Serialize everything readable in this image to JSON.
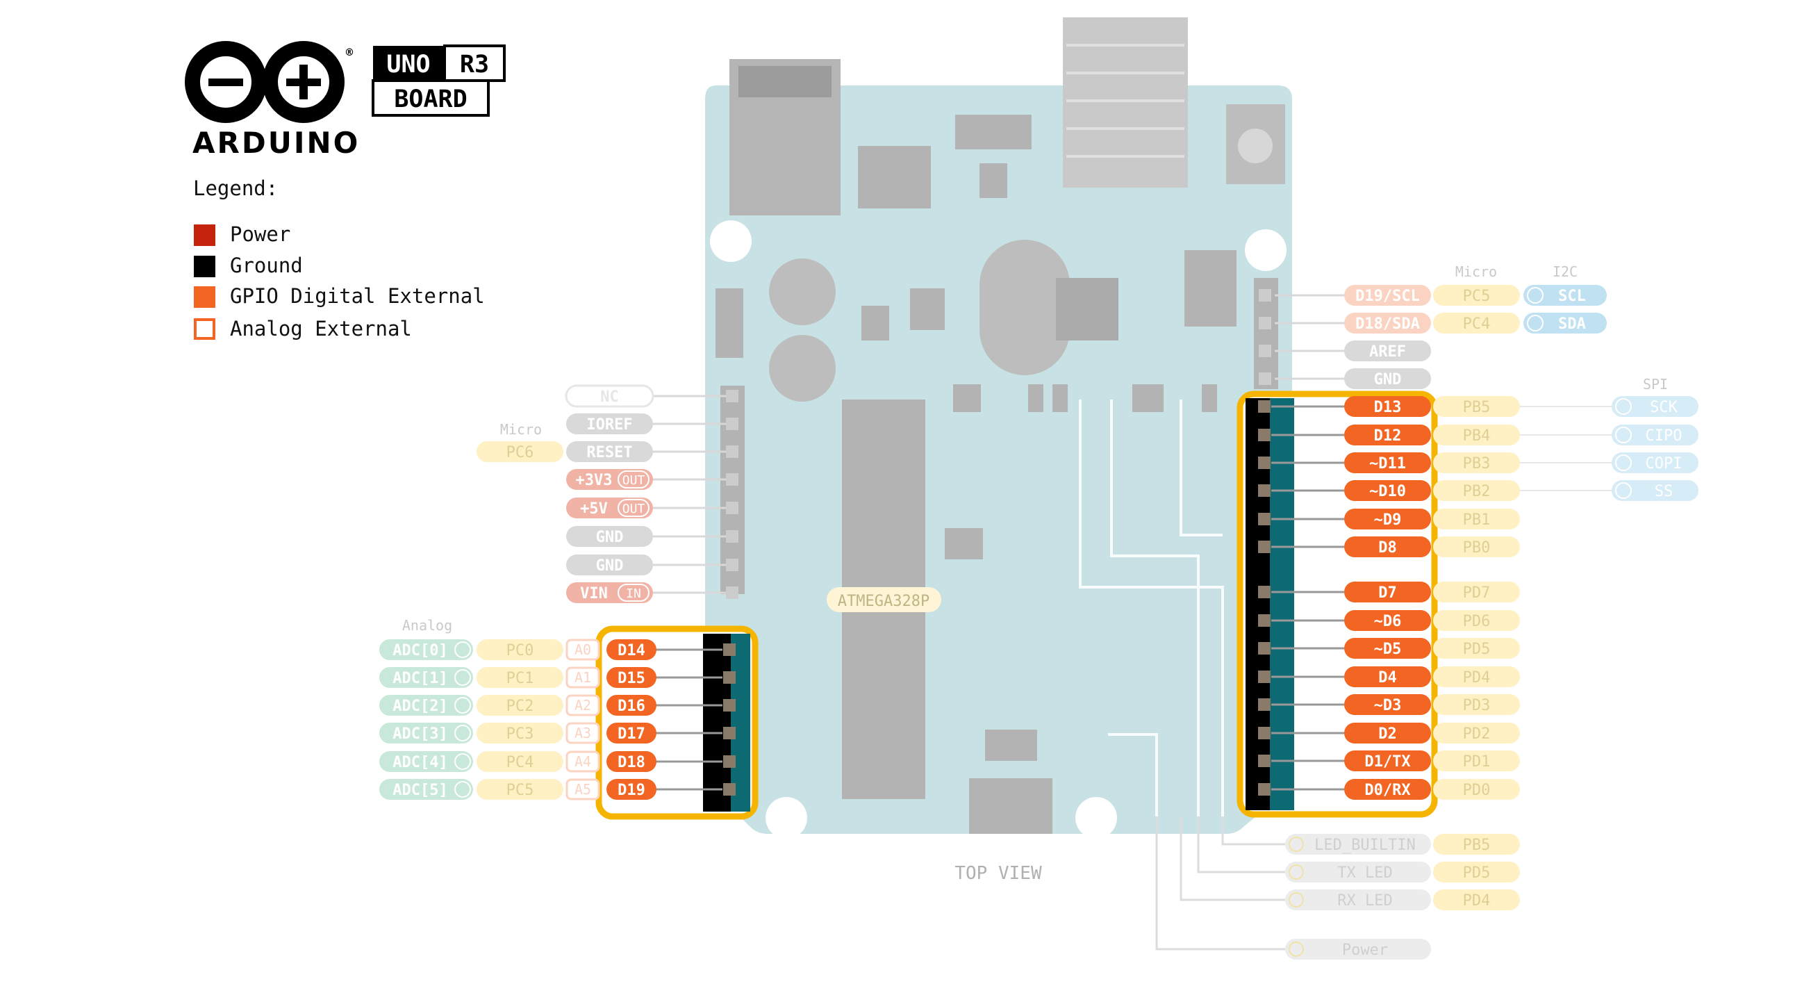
{
  "brand": {
    "name": "ARDUINO",
    "registered": "®",
    "model_a": "UNO",
    "model_b": "R3",
    "model_c": "BOARD"
  },
  "legend": {
    "title": "Legend:",
    "items": [
      {
        "label": "Power",
        "color": "#c4240c",
        "filled": true
      },
      {
        "label": "Ground",
        "color": "#000000",
        "filled": true
      },
      {
        "label": "GPIO Digital External",
        "color": "#f26522",
        "filled": true
      },
      {
        "label": "Analog External",
        "color": "#f26522",
        "filled": false
      }
    ]
  },
  "colors": {
    "board": "#c8e1e4",
    "board_part": "#b9b9b9",
    "header_teal": "#0d6a72",
    "highlight": "#f5b400",
    "gpio": "#f26522",
    "power": "#c4240c",
    "gray_pill": "#bdbdbd",
    "micro_pill": "#fff1c4",
    "analog_pill": "#c8e9d9",
    "i2c_pill": "#bfe1f2"
  },
  "board": {
    "chip_label": "ATMEGA328P",
    "view_label": "TOP VIEW"
  },
  "right_header": {
    "micro_title": "Micro",
    "i2c_title": "I2C",
    "spi_title": "SPI",
    "top_pins": [
      {
        "label": "D19/SCL",
        "micro": "PC5",
        "extra": "SCL",
        "kind": "faded"
      },
      {
        "label": "D18/SDA",
        "micro": "PC4",
        "extra": "SDA",
        "kind": "faded"
      },
      {
        "label": "AREF",
        "kind": "gray"
      },
      {
        "label": "GND",
        "kind": "gray"
      }
    ],
    "pins": [
      {
        "label": "D13",
        "micro": "PB5",
        "spi": "SCK"
      },
      {
        "label": "D12",
        "micro": "PB4",
        "spi": "CIPO"
      },
      {
        "label": "~D11",
        "micro": "PB3",
        "spi": "COPI"
      },
      {
        "label": "~D10",
        "micro": "PB2",
        "spi": "SS"
      },
      {
        "label": "~D9",
        "micro": "PB1"
      },
      {
        "label": "D8",
        "micro": "PB0"
      },
      {
        "label": "D7",
        "micro": "PD7"
      },
      {
        "label": "~D6",
        "micro": "PD6"
      },
      {
        "label": "~D5",
        "micro": "PD5"
      },
      {
        "label": "D4",
        "micro": "PD4"
      },
      {
        "label": "~D3",
        "micro": "PD3"
      },
      {
        "label": "D2",
        "micro": "PD2"
      },
      {
        "label": "D1/TX",
        "micro": "PD1"
      },
      {
        "label": "D0/RX",
        "micro": "PD0"
      }
    ],
    "leds": [
      {
        "label": "LED_BUILTIN",
        "micro": "PB5"
      },
      {
        "label": "TX LED",
        "micro": "PD5"
      },
      {
        "label": "RX LED",
        "micro": "PD4"
      },
      {
        "label": "Power"
      }
    ]
  },
  "left_header": {
    "micro_title": "Micro",
    "analog_title": "Analog",
    "power_pins": [
      {
        "label": "NC",
        "kind": "outline"
      },
      {
        "label": "IOREF",
        "kind": "gray"
      },
      {
        "label": "RESET",
        "kind": "gray",
        "micro": "PC6"
      },
      {
        "label": "+3V3",
        "tag": "OUT",
        "kind": "power"
      },
      {
        "label": "+5V",
        "tag": "OUT",
        "kind": "power"
      },
      {
        "label": "GND",
        "kind": "gray"
      },
      {
        "label": "GND",
        "kind": "gray"
      },
      {
        "label": "VIN",
        "tag": "IN",
        "kind": "power"
      }
    ],
    "analog_pins": [
      {
        "label": "D14",
        "analog": "A0",
        "micro": "PC0",
        "adc": "ADC[0]"
      },
      {
        "label": "D15",
        "analog": "A1",
        "micro": "PC1",
        "adc": "ADC[1]"
      },
      {
        "label": "D16",
        "analog": "A2",
        "micro": "PC2",
        "adc": "ADC[2]"
      },
      {
        "label": "D17",
        "analog": "A3",
        "micro": "PC3",
        "adc": "ADC[3]"
      },
      {
        "label": "D18",
        "analog": "A4",
        "micro": "PC4",
        "adc": "ADC[4]"
      },
      {
        "label": "D19",
        "analog": "A5",
        "micro": "PC5",
        "adc": "ADC[5]"
      }
    ]
  }
}
